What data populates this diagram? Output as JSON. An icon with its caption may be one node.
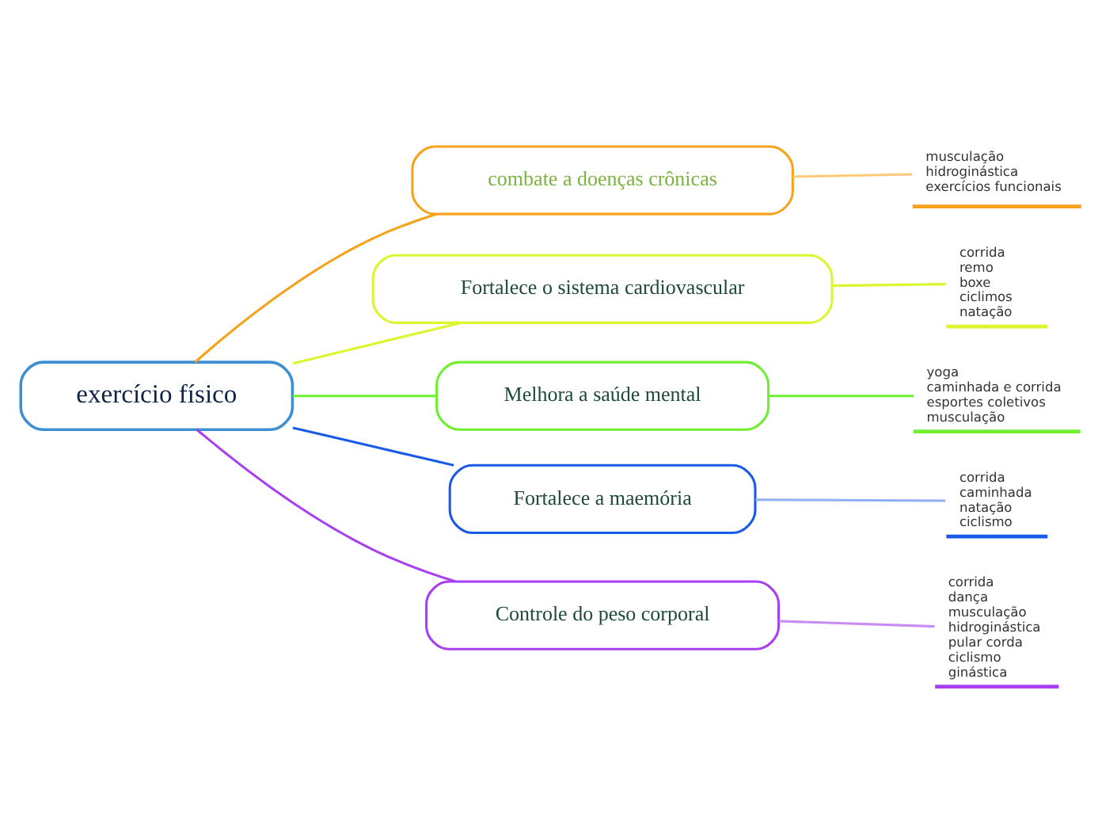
{
  "diagram": {
    "nodes": [
      {
        "text": [
          "exercício físico"
        ]
      },
      {
        "text": [
          "combate a doenças crônicas"
        ]
      },
      {
        "text": [
          "musculação",
          "hidroginástica",
          "exercícios funcionais"
        ]
      },
      {
        "text": [
          "Fortalece o sistema cardiovascular"
        ]
      },
      {
        "text": [
          "corrida",
          "remo",
          "boxe",
          "ciclimos",
          "natação"
        ]
      },
      {
        "text": [
          "Melhora a saúde mental"
        ]
      },
      {
        "text": [
          "yoga",
          "caminhada e corrida",
          "esportes coletivos",
          "musculação"
        ]
      },
      {
        "text": [
          "Fortalece a maemória"
        ]
      },
      {
        "text": [
          "corrida",
          "caminhada",
          "natação",
          "ciclismo"
        ]
      },
      {
        "text": [
          "Controle do peso corporal"
        ]
      },
      {
        "text": [
          "corrida",
          "dança",
          "musculação",
          "hidroginástica",
          "pular corda",
          "ciclismo",
          "ginástica"
        ]
      }
    ],
    "edges": [
      {
        "from": 0,
        "to": 1,
        "arrow": "none",
        "color": "#f7a21b"
      },
      {
        "from": 1,
        "to": 2,
        "arrow": "none",
        "color": "#fbc978"
      },
      {
        "from": 0,
        "to": 3,
        "arrow": "none",
        "color": "#dcf52e"
      },
      {
        "from": 3,
        "to": 4,
        "arrow": "none",
        "color": "#dcf52e"
      },
      {
        "from": 0,
        "to": 5,
        "arrow": "none",
        "color": "#6ef02f"
      },
      {
        "from": 5,
        "to": 6,
        "arrow": "none",
        "color": "#6ef02f"
      },
      {
        "from": 0,
        "to": 7,
        "arrow": "none",
        "color": "#1a5ae8"
      },
      {
        "from": 7,
        "to": 8,
        "arrow": "none",
        "color": "#8fb0f5"
      },
      {
        "from": 0,
        "to": 9,
        "arrow": "none",
        "color": "#a83ff0"
      },
      {
        "from": 9,
        "to": 10,
        "arrow": "none",
        "color": "#c98cf5"
      }
    ]
  }
}
